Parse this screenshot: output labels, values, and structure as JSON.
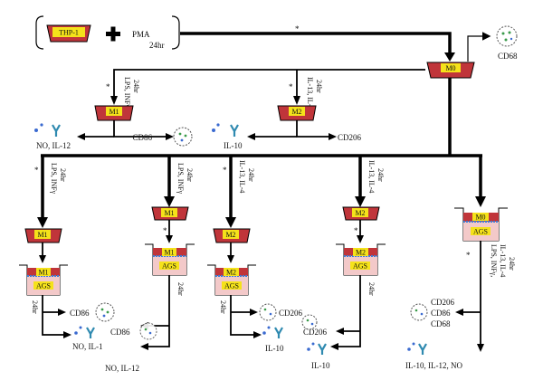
{
  "top": {
    "start_cell": "THP-1",
    "pma": "PMA",
    "pma_time": "24hr",
    "m0": "M0",
    "m0_marker": "CD68",
    "asterisk": "*"
  },
  "polarization": {
    "m1_condition": "LPS, INFγ",
    "m1_time": "24hr",
    "m1_label": "M1",
    "m1_markers": "CD86",
    "m1_secreted": "NO, IL-12",
    "m2_condition": "IL-13, IL-4",
    "m2_time": "24hr",
    "m2_label": "M2",
    "m2_markers": "CD206",
    "m2_secreted": "IL-10"
  },
  "coculture": {
    "col1": {
      "condition": "LPS, INFγ",
      "time": "24hr",
      "mac": "M1",
      "ags": "AGS",
      "time2": "24hr",
      "marker": "CD86",
      "secreted": "NO, IL-1"
    },
    "col2": {
      "condition": "LPS, INFγ",
      "time": "24hr",
      "mac": "M1",
      "ags": "AGS",
      "time2": "24hr",
      "marker": "CD86",
      "secreted": "NO, IL-12"
    },
    "col3": {
      "condition": "IL-13, IL-4",
      "time": "24hr",
      "mac": "M2",
      "ags": "AGS",
      "time2": "24hr",
      "marker": "CD206",
      "secreted": "IL-10"
    },
    "col4": {
      "condition": "IL-13, IL-4",
      "time": "24hr",
      "mac": "M2",
      "ags": "AGS",
      "time2": "24hr",
      "marker": "CD206",
      "secreted": "IL-10"
    },
    "col5": {
      "mac": "M0",
      "ags": "AGS",
      "condition": "LPS, INFγ,",
      "condition2": "IL-13, IL-4",
      "time": "24hr",
      "marker1": "CD206",
      "marker2": "CD86",
      "marker3": "CD68",
      "secreted": "IL-10, IL-12, NO"
    }
  },
  "colors": {
    "dish_fill": "#c0353a",
    "dish_light": "#f3c9c9",
    "label_yellow": "#f5e21a",
    "ags_cells": "#3d7fd9",
    "line": "#000000"
  }
}
